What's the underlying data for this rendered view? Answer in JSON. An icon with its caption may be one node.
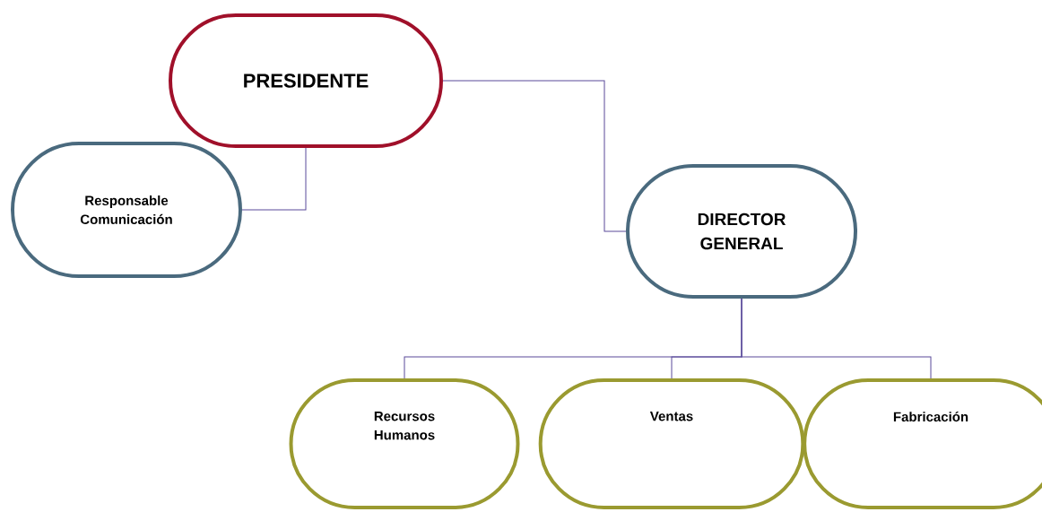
{
  "diagram": {
    "nodes": [
      {
        "text": [
          "PRESIDENTE"
        ]
      },
      {
        "text": [
          "Responsable Comunicación"
        ]
      },
      {
        "text": [
          "DIRECTOR GENERAL"
        ]
      },
      {
        "text": [
          "Recursos Humanos"
        ]
      },
      {
        "text": [
          "Ventas"
        ]
      },
      {
        "text": [
          "Fabricación"
        ]
      }
    ],
    "edges": [
      {
        "from": 0,
        "to": 2,
        "arrow": "none"
      },
      {
        "from": 0,
        "to": 1,
        "arrow": "none"
      },
      {
        "from": 2,
        "to": 3,
        "arrow": "none"
      },
      {
        "from": 2,
        "to": 4,
        "arrow": "none"
      },
      {
        "from": 2,
        "to": 5,
        "arrow": "none"
      }
    ]
  }
}
